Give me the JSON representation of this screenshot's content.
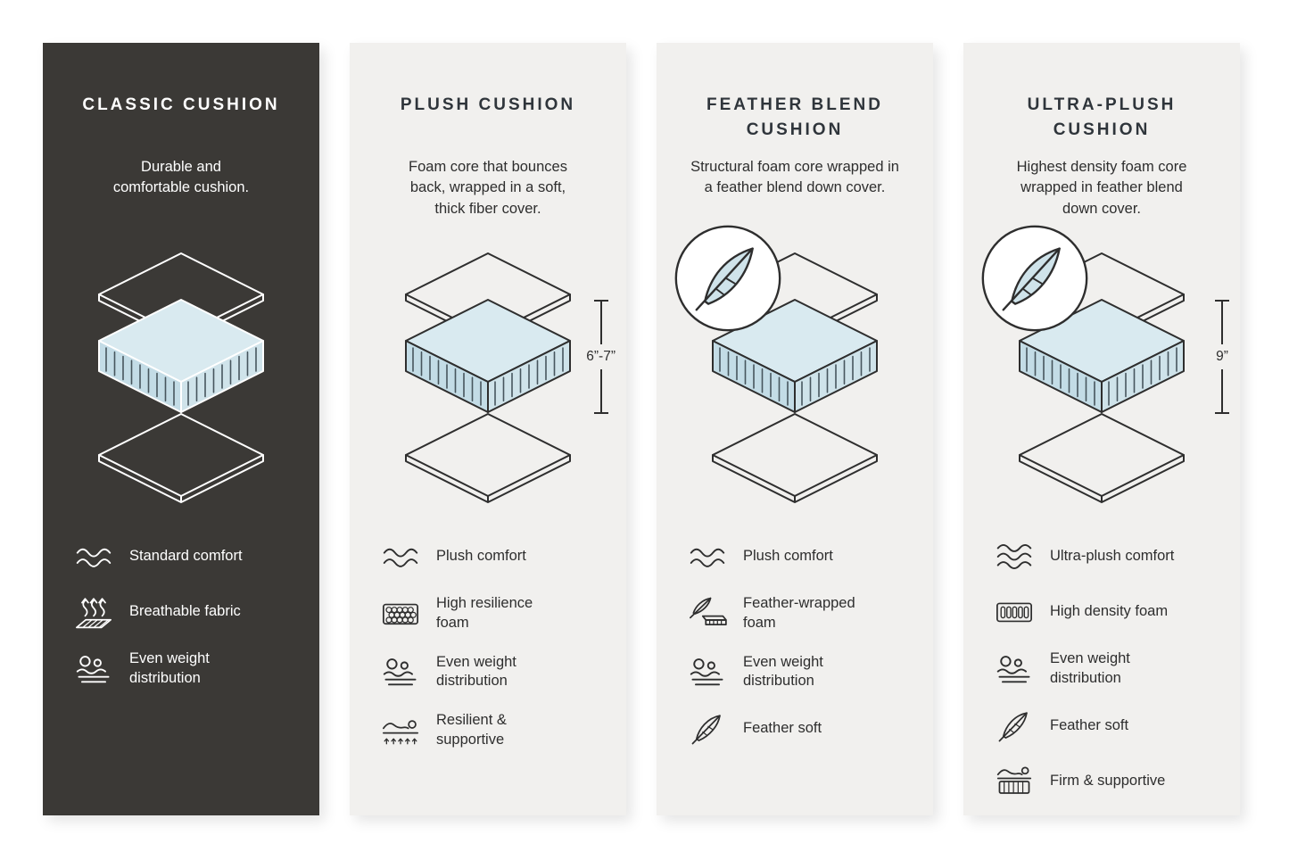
{
  "colors": {
    "background": "#ffffff",
    "dark_panel": "#3b3936",
    "light_panel": "#f1f0ee",
    "foam_blue": "#cfe3ea",
    "text_dark": "#2e2e2e"
  },
  "panels": [
    {
      "id": "classic",
      "title": "CLASSIC CUSHION",
      "description": "Durable and\ncomfortable cushion.",
      "features": [
        {
          "icon": "waves-icon",
          "label": "Standard comfort"
        },
        {
          "icon": "breathable-fabric-icon",
          "label": "Breathable fabric"
        },
        {
          "icon": "even-weight-icon",
          "label": "Even weight\ndistribution"
        }
      ]
    },
    {
      "id": "plush",
      "title": "PLUSH CUSHION",
      "description": "Foam core that bounces\nback, wrapped in a soft,\nthick fiber cover.",
      "measurement": "6”-7”",
      "features": [
        {
          "icon": "waves-icon",
          "label": "Plush comfort"
        },
        {
          "icon": "honeycomb-foam-icon",
          "label": "High resilience\nfoam"
        },
        {
          "icon": "even-weight-icon",
          "label": "Even weight\ndistribution"
        },
        {
          "icon": "resilient-supportive-icon",
          "label": "Resilient &\nsupportive"
        }
      ]
    },
    {
      "id": "feather-blend",
      "title": "FEATHER BLEND\nCUSHION",
      "description": "Structural foam core wrapped in\na feather blend down cover.",
      "features": [
        {
          "icon": "waves-icon",
          "label": "Plush comfort"
        },
        {
          "icon": "feather-wrapped-foam-icon",
          "label": "Feather-wrapped\nfoam"
        },
        {
          "icon": "even-weight-icon",
          "label": "Even weight\ndistribution"
        },
        {
          "icon": "feather-icon",
          "label": "Feather soft"
        }
      ]
    },
    {
      "id": "ultra-plush",
      "title": "ULTRA-PLUSH\nCUSHION",
      "description": "Highest density foam core\nwrapped in feather blend\ndown cover.",
      "measurement": "9”",
      "features": [
        {
          "icon": "waves-3-icon",
          "label": "Ultra-plush comfort"
        },
        {
          "icon": "high-density-foam-icon",
          "label": "High density foam"
        },
        {
          "icon": "even-weight-icon",
          "label": "Even weight\ndistribution"
        },
        {
          "icon": "feather-icon",
          "label": "Feather soft"
        },
        {
          "icon": "firm-supportive-icon",
          "label": "Firm & supportive"
        }
      ]
    }
  ]
}
